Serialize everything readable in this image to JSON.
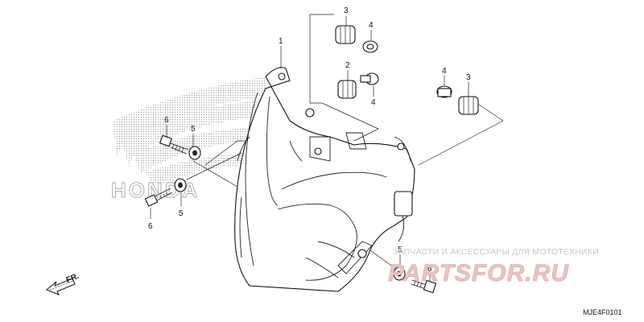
{
  "diagram": {
    "callouts": [
      {
        "id": "c1",
        "label": "1"
      },
      {
        "id": "c2",
        "label": "2"
      },
      {
        "id": "c3a",
        "label": "3"
      },
      {
        "id": "c3b",
        "label": "3"
      },
      {
        "id": "c4a",
        "label": "4"
      },
      {
        "id": "c4b",
        "label": "4"
      },
      {
        "id": "c4c",
        "label": "4"
      },
      {
        "id": "c5a",
        "label": "5"
      },
      {
        "id": "c5b",
        "label": "5"
      },
      {
        "id": "c5c",
        "label": "5"
      },
      {
        "id": "c6a",
        "label": "6"
      },
      {
        "id": "c6b",
        "label": "6"
      },
      {
        "id": "c6c",
        "label": "6"
      }
    ],
    "direction_label": "FR.",
    "diagram_code": "MJE4F0101"
  },
  "watermark": {
    "brand_logo_text": "HONDA",
    "shop_tagline": "ЗАПЧАСТИ И АКСЕССУАРЫ ДЛЯ МОТОТЕХНИКИ",
    "shop_name": "PARTSFOR.RU",
    "colors": {
      "red": "#d9a6a6",
      "gray": "#c9c9c9"
    }
  }
}
